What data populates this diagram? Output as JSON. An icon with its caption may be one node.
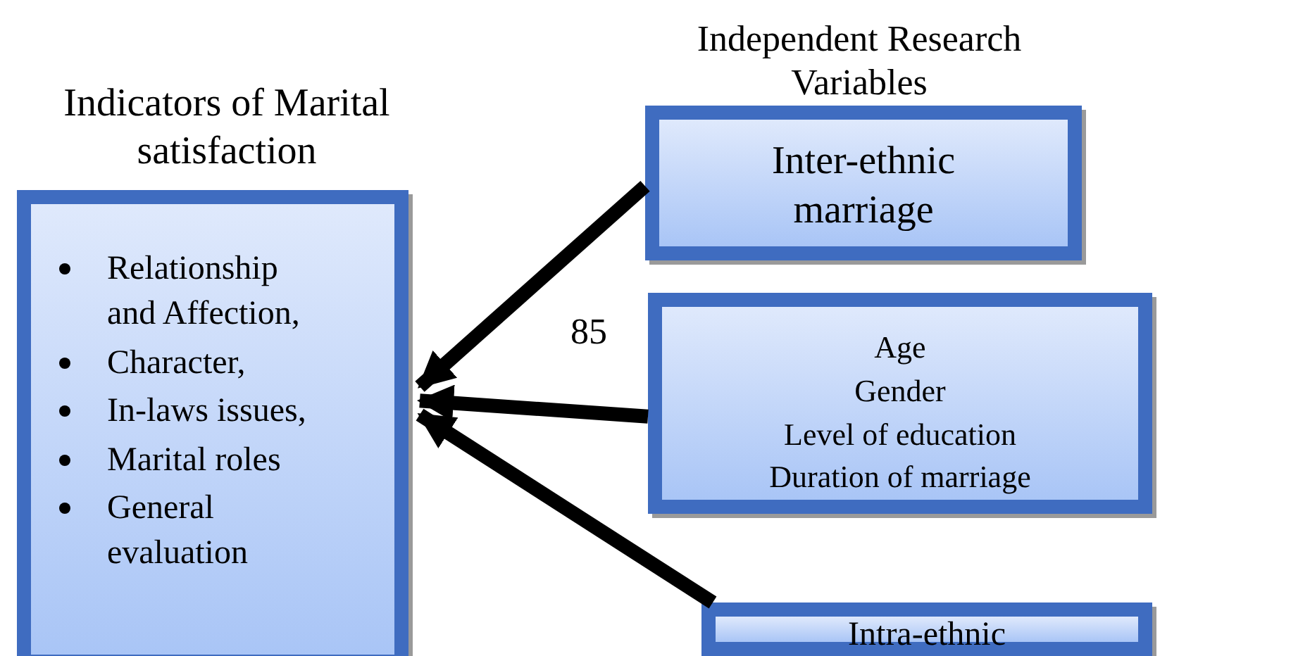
{
  "diagram": {
    "nodes": [
      {
        "text": [
          "Indicators of Marital satisfaction",
          "Relationship and Affection,",
          "Character,",
          "In-laws issues,",
          "Marital roles",
          "General evaluation"
        ]
      },
      {
        "text": [
          "Inter-ethnic marriage"
        ]
      },
      {
        "text": [
          "Age",
          "Gender",
          "Level of education",
          "Duration of marriage"
        ]
      },
      {
        "text": [
          "Intra-ethnic"
        ]
      }
    ],
    "edges": [
      {
        "from": 1,
        "to": 0,
        "arrow": "to"
      },
      {
        "from": 2,
        "to": 0,
        "arrow": "to"
      },
      {
        "from": 3,
        "to": 0,
        "arrow": "to"
      }
    ],
    "labels": [
      "Independent Research Variables",
      "85"
    ]
  }
}
